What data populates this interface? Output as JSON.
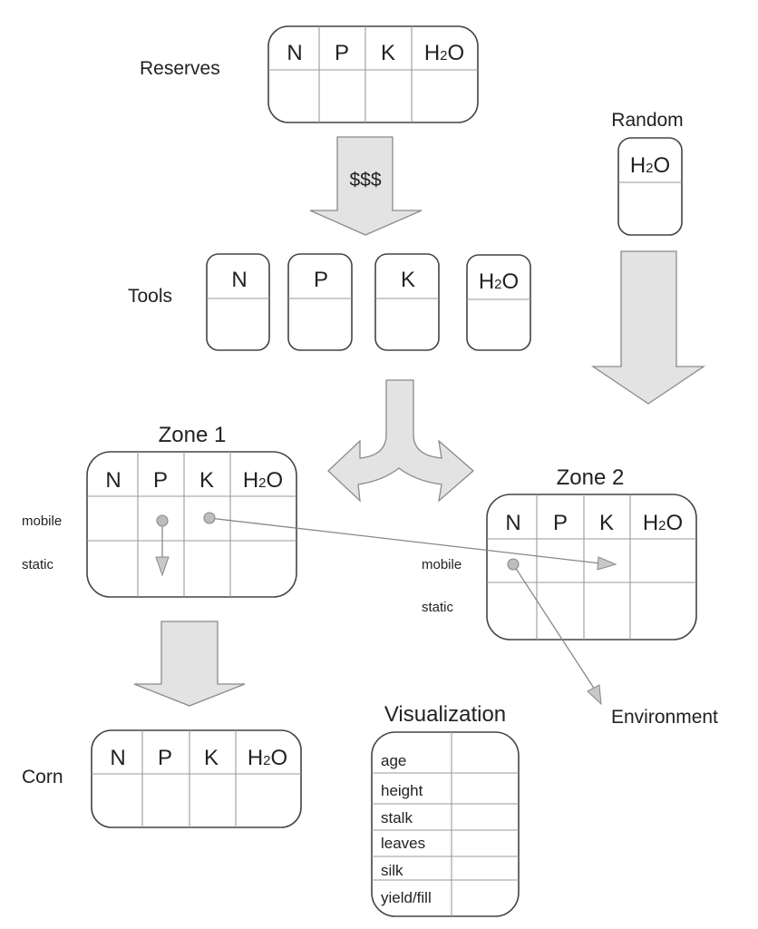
{
  "nutrients": [
    "N",
    "P",
    "K",
    "H2O"
  ],
  "reserves": {
    "label": "Reserves",
    "columns": [
      "N",
      "P",
      "K",
      "H2O"
    ]
  },
  "cost_arrow": {
    "label": "$$$"
  },
  "random": {
    "label": "Random",
    "column": "H2O"
  },
  "tools": {
    "label": "Tools",
    "items": [
      "N",
      "P",
      "K",
      "H2O"
    ]
  },
  "zone1": {
    "title": "Zone 1",
    "columns": [
      "N",
      "P",
      "K",
      "H2O"
    ],
    "rows": [
      "mobile",
      "static"
    ]
  },
  "zone2": {
    "title": "Zone 2",
    "columns": [
      "N",
      "P",
      "K",
      "H2O"
    ],
    "rows": [
      "mobile",
      "static"
    ]
  },
  "corn": {
    "label": "Corn",
    "columns": [
      "N",
      "P",
      "K",
      "H2O"
    ]
  },
  "visualization": {
    "title": "Visualization",
    "rows": [
      "age",
      "height",
      "stalk",
      "leaves",
      "silk",
      "yield/fill"
    ]
  },
  "environment": {
    "label": "Environment"
  },
  "flows": [
    {
      "from": "zone1.mobile.P",
      "to": "zone1.static.P"
    },
    {
      "from": "zone1.mobile.K",
      "to": "zone2.mobile.K"
    },
    {
      "from": "zone2.mobile.N",
      "to": "environment"
    }
  ],
  "colors": {
    "arrow_fill": "#e3e3e3",
    "arrow_stroke": "#8a8a8a",
    "box_stroke": "#444444",
    "grid": "#9a9a9a",
    "dot": "#bdbdbd"
  }
}
